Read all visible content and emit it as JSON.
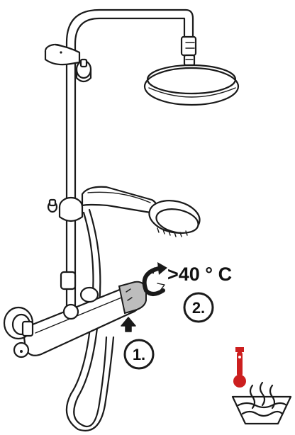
{
  "temperature": {
    "label": ">40 ° C"
  },
  "steps": [
    {
      "label": "1."
    },
    {
      "label": "2."
    }
  ],
  "colors": {
    "ink": "#1a1a1a",
    "thermometer": "#cc1f1f",
    "handle_gray": "#bdbdbd"
  },
  "icons": [
    "shower-column-illustration",
    "rotate-arrow-icon",
    "push-up-arrow-icon",
    "thermometer-icon",
    "hot-water-icon"
  ]
}
